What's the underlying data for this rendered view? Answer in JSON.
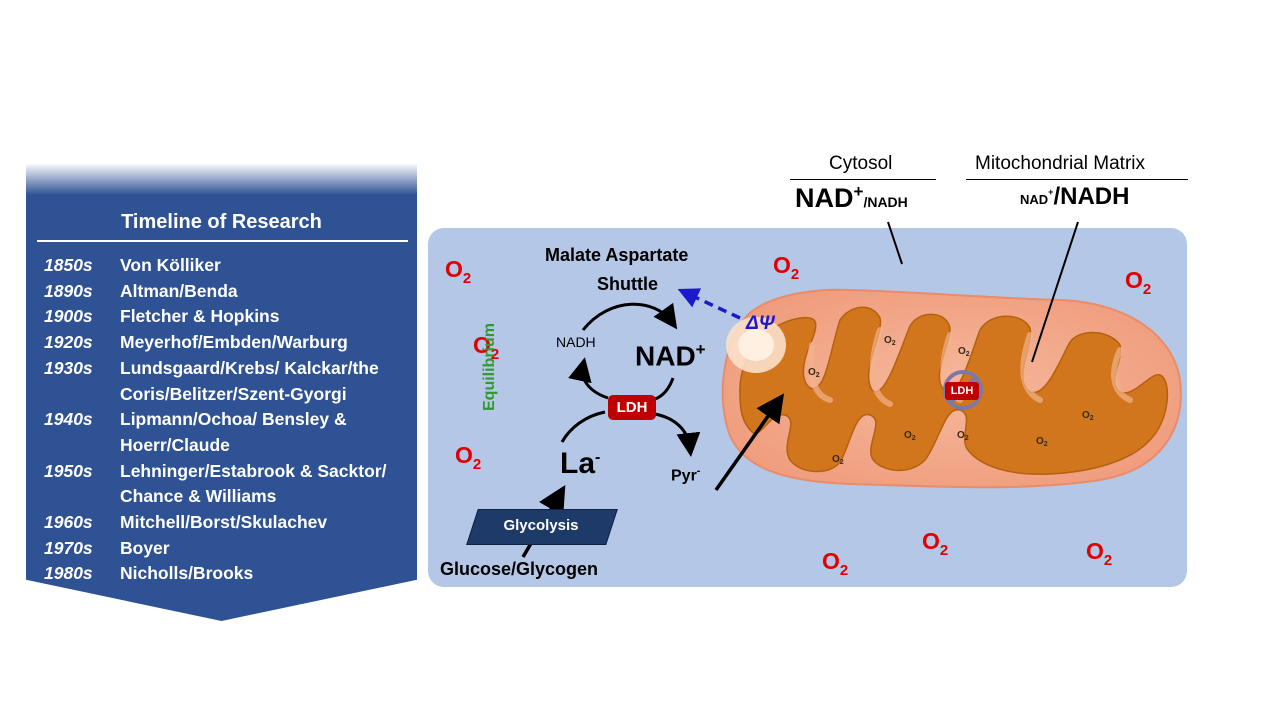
{
  "timeline": {
    "title": "Timeline of Research",
    "entries": [
      {
        "year": "1850s",
        "names": "Von Kölliker"
      },
      {
        "year": "1890s",
        "names": "Altman/Benda"
      },
      {
        "year": "1900s",
        "names": "Fletcher & Hopkins"
      },
      {
        "year": "1920s",
        "names": "Meyerhof/Embden/Warburg"
      },
      {
        "year": "1930s",
        "names": "Lundsgaard/Krebs/  Kalckar/the Coris/Belitzer/Szent-Gyorgi"
      },
      {
        "year": "1940s",
        "names": "Lipmann/Ochoa/  Bensley & Hoerr/Claude"
      },
      {
        "year": "1950s",
        "names": "Lehninger/Estabrook  & Sacktor/ Chance & Williams"
      },
      {
        "year": "1960s",
        "names": "Mitchell/Borst/Skulachev"
      },
      {
        "year": "1970s",
        "names": "Boyer"
      },
      {
        "year": "1980s",
        "names": "Nicholls/Brooks"
      }
    ]
  },
  "diagram": {
    "cytosol_header": "Cytosol",
    "cytosol_nad_large": "NAD",
    "cytosol_plus": "+",
    "cytosol_nadh_small": "/NADH",
    "matrix_header": "Mitochondrial Matrix",
    "matrix_nad_small": "NAD",
    "matrix_plus": "+",
    "matrix_nadh_large": "/NADH",
    "oxygen": "O",
    "oxygen_sub": "2",
    "shuttle_line1": "Malate Aspartate",
    "shuttle_line2": "Shuttle",
    "delta_psi": "ΔΨ",
    "nadh": "NADH",
    "nad_plus": "NAD",
    "nad_plus_sup": "+",
    "equilibrium": "Equilibrium",
    "ldh": "LDH",
    "lactate": "La",
    "lactate_sup": "-",
    "pyruvate": "Pyr",
    "pyruvate_sup": "-",
    "glycolysis": "Glycolysis",
    "glucose": "Glucose/Glycogen",
    "mito_ldh": "LDH"
  },
  "colors": {
    "timeline_bg": "#2e5294",
    "cell_bg": "#b4c7e7",
    "oxygen_red": "#e00000",
    "ldh_red": "#c00000",
    "equilibrium_green": "#2e9a2e",
    "delta_psi_blue": "#1a1acc",
    "mito_outer": "#f4a98a",
    "mito_inner": "#d2761e"
  }
}
